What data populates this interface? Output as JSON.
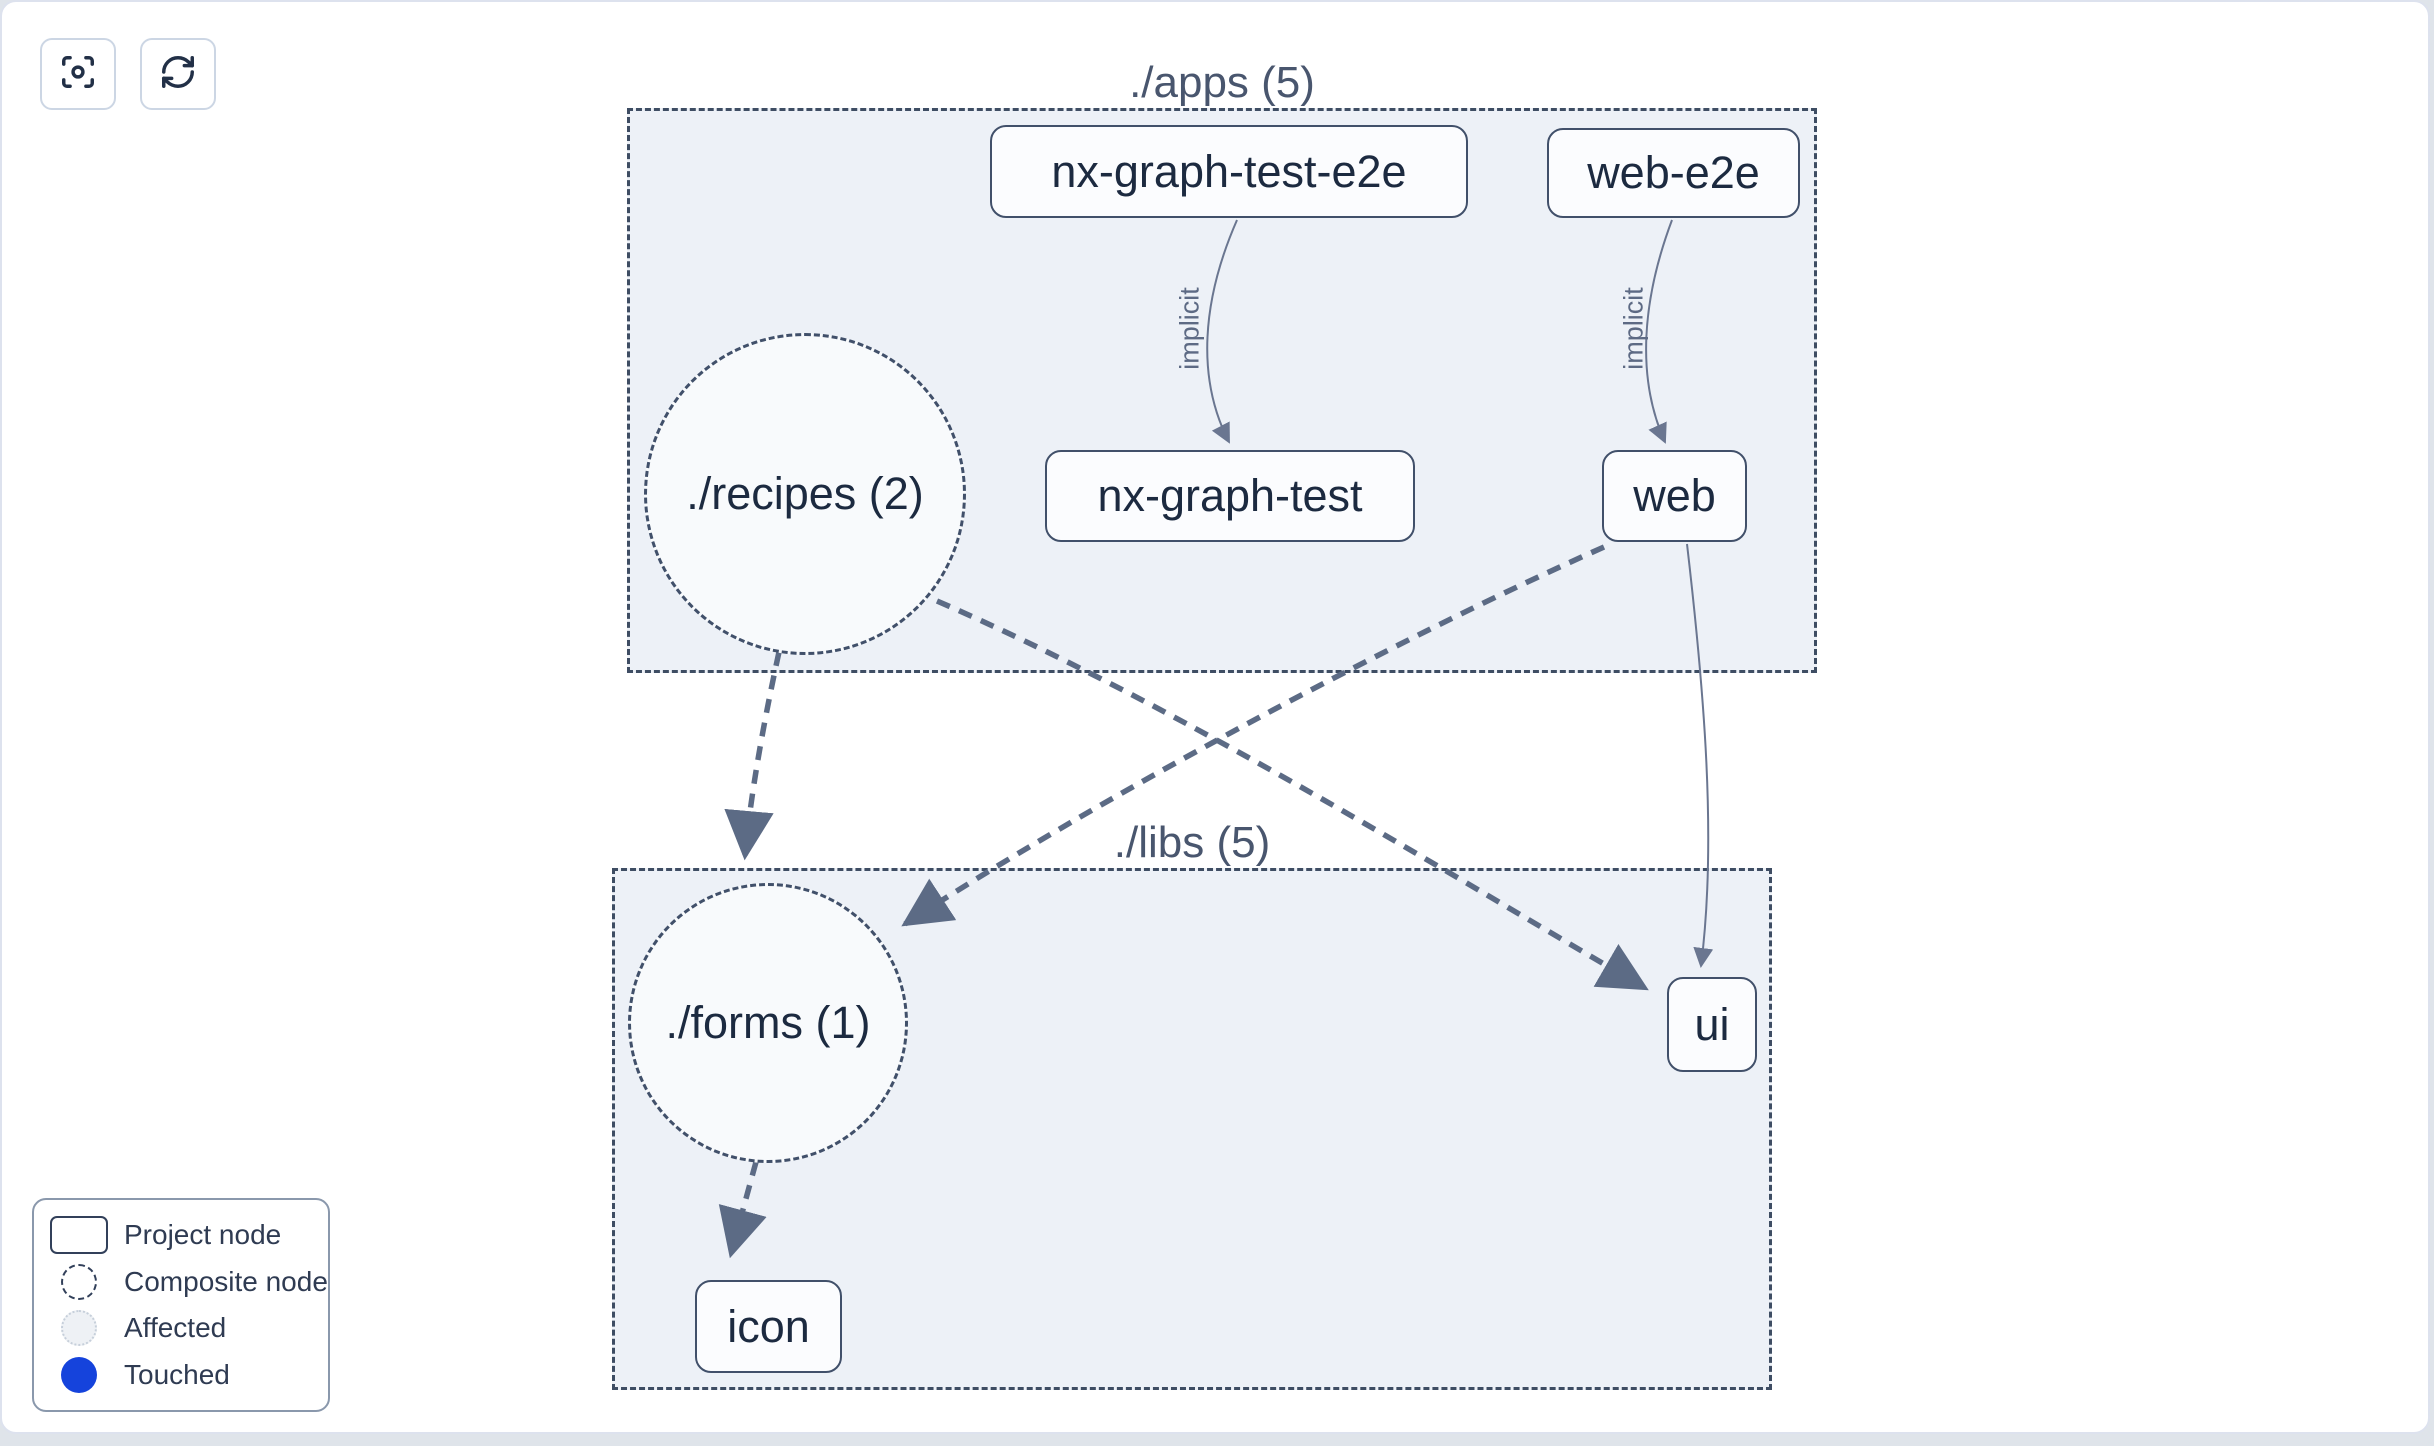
{
  "toolbar": {
    "buttons": [
      {
        "icon": "focus-icon"
      },
      {
        "icon": "refresh-icon"
      }
    ]
  },
  "graph": {
    "groups": [
      {
        "id": "apps",
        "label": "./apps (5)"
      },
      {
        "id": "libs",
        "label": "./libs (5)"
      }
    ],
    "nodes": {
      "nx_graph_test_e2e": {
        "label": "nx-graph-test-e2e",
        "type": "project"
      },
      "web_e2e": {
        "label": "web-e2e",
        "type": "project"
      },
      "recipes": {
        "label": "./recipes (2)",
        "type": "composite"
      },
      "nx_graph_test": {
        "label": "nx-graph-test",
        "type": "project"
      },
      "web": {
        "label": "web",
        "type": "project"
      },
      "forms": {
        "label": "./forms (1)",
        "type": "composite"
      },
      "ui": {
        "label": "ui",
        "type": "project"
      },
      "icon": {
        "label": "icon",
        "type": "project"
      }
    },
    "edges": [
      {
        "from": "nx-graph-test-e2e",
        "to": "nx-graph-test",
        "label": "implicit",
        "style": "solid"
      },
      {
        "from": "web-e2e",
        "to": "web",
        "label": "implicit",
        "style": "solid"
      },
      {
        "from": "web",
        "to": "ui",
        "label": "",
        "style": "solid"
      },
      {
        "from": "./recipes (2)",
        "to": "./forms (1)",
        "label": "",
        "style": "dashed"
      },
      {
        "from": "./recipes (2)",
        "to": "ui",
        "label": "",
        "style": "dashed"
      },
      {
        "from": "web",
        "to": "./forms (1)",
        "label": "",
        "style": "dashed"
      },
      {
        "from": "./forms (1)",
        "to": "icon",
        "label": "",
        "style": "dashed"
      }
    ]
  },
  "legend": {
    "items": [
      {
        "swatch": "project-node-swatch",
        "label": "Project node"
      },
      {
        "swatch": "composite-node-swatch",
        "label": "Composite node"
      },
      {
        "swatch": "affected-swatch",
        "label": "Affected"
      },
      {
        "swatch": "touched-swatch",
        "label": "Touched"
      }
    ]
  },
  "colors": {
    "touched_blue": "#1543dc",
    "group_fill": "#edf1f7",
    "edge_thin": "#6a7690",
    "edge_thick": "#5c6b85",
    "node_border": "#41506a",
    "text_dark": "#1c2a40"
  }
}
